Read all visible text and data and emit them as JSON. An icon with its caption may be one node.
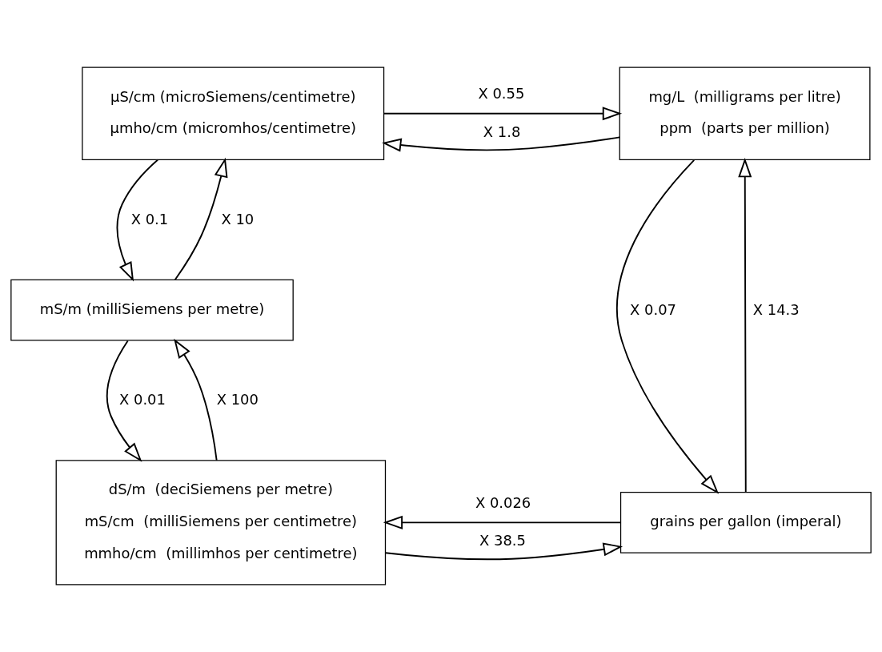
{
  "diagram": {
    "nodes": [
      {
        "text": [
          "µS/cm (microSiemens/centimetre)",
          "µmho/cm (micromhos/centimetre)"
        ]
      },
      {
        "text": [
          "mg/L  (milligrams per litre)",
          "ppm  (parts per million)"
        ]
      },
      {
        "text": [
          "mS/m (milliSiemens per metre)"
        ]
      },
      {
        "text": [
          "dS/m  (deciSiemens per metre)",
          "mS/cm  (milliSiemens per centimetre)",
          "mmho/cm  (millimhos per centimetre)"
        ]
      },
      {
        "text": [
          "grains per gallon (imperal)"
        ]
      }
    ],
    "edges": [
      {
        "from": 1,
        "to": 0,
        "arrow": "to",
        "label": "X 1.8"
      },
      {
        "from": 0,
        "to": 1,
        "arrow": "to",
        "label": "X 0.55"
      },
      {
        "from": 0,
        "to": 2,
        "arrow": "to",
        "label": "X 0.1"
      },
      {
        "from": 2,
        "to": 0,
        "arrow": "to",
        "label": "X 10"
      },
      {
        "from": 2,
        "to": 3,
        "arrow": "to",
        "label": "X 0.01"
      },
      {
        "from": 3,
        "to": 2,
        "arrow": "to",
        "label": "X 100"
      },
      {
        "from": 1,
        "to": 4,
        "arrow": "to",
        "label": "X 0.07"
      },
      {
        "from": 4,
        "to": 1,
        "arrow": "to",
        "label": "X 14.3"
      },
      {
        "from": 4,
        "to": 3,
        "arrow": "to",
        "label": "X 0.026"
      },
      {
        "from": 3,
        "to": 4,
        "arrow": "to",
        "label": "X 38.5"
      }
    ]
  }
}
